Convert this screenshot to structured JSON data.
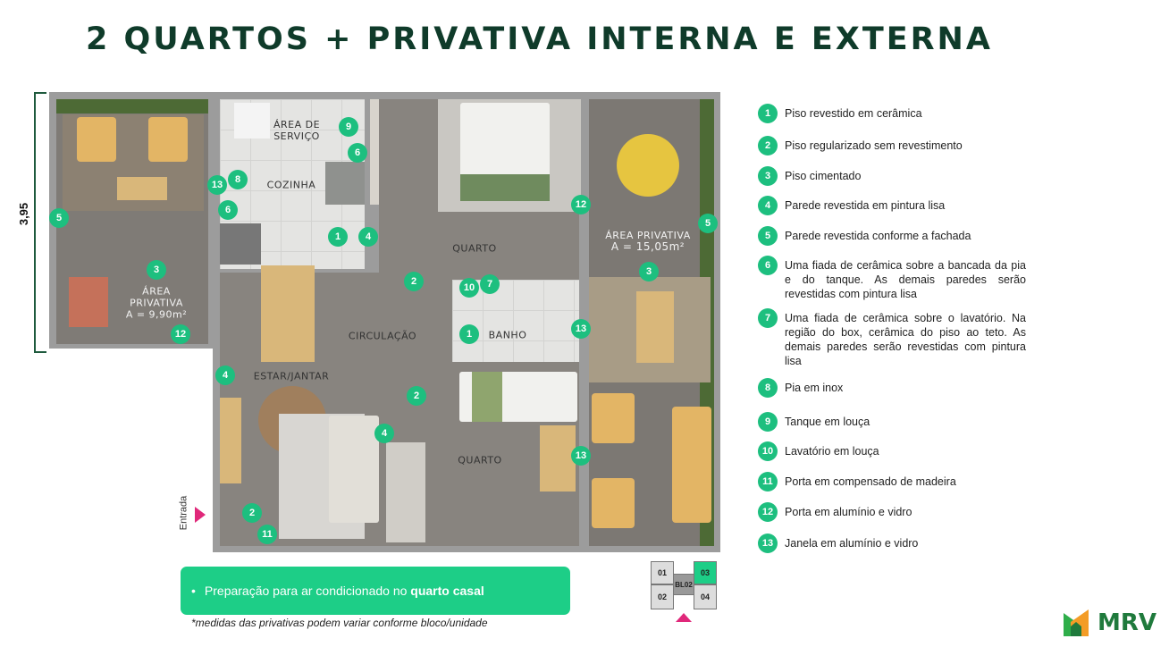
{
  "title": "2 QUARTOS + PRIVATIVA INTERNA E EXTERNA",
  "plan": {
    "dimension": "3,95",
    "entrance": "Entrada",
    "rooms": {
      "area_servico": "ÁREA DE SERVIÇO",
      "cozinha": "COZINHA",
      "quarto1": "QUARTO",
      "quarto2": "QUARTO",
      "circulacao": "CIRCULAÇÃO",
      "banho": "BANHO",
      "estar": "ESTAR/JANTAR",
      "privativa_left": "ÁREA PRIVATIVA",
      "privativa_left_area": "A = 9,90m²",
      "privativa_right": "ÁREA PRIVATIVA",
      "privativa_right_area": "A = 15,05m²"
    },
    "markers": [
      "5",
      "3",
      "12",
      "13",
      "8",
      "6",
      "9",
      "6",
      "1",
      "4",
      "12",
      "5",
      "3",
      "2",
      "10",
      "7",
      "1",
      "13",
      "4",
      "2",
      "4",
      "13",
      "2",
      "11"
    ]
  },
  "legend": [
    {
      "n": "1",
      "t": "Piso revestido em cerâmica"
    },
    {
      "n": "2",
      "t": "Piso regularizado sem revestimento"
    },
    {
      "n": "3",
      "t": "Piso cimentado"
    },
    {
      "n": "4",
      "t": "Parede revestida em pintura lisa"
    },
    {
      "n": "5",
      "t": "Parede revestida conforme a fachada"
    },
    {
      "n": "6",
      "t": "Uma fiada de cerâmica sobre a bancada da pia e do tanque. As demais paredes serão revestidas com pintura lisa"
    },
    {
      "n": "7",
      "t": "Uma fiada de cerâmica sobre o lavatório. Na região do box, cerâmica do piso ao teto. As demais paredes serão revestidas com pintura lisa"
    },
    {
      "n": "8",
      "t": "Pia em inox"
    },
    {
      "n": "9",
      "t": "Tanque em louça"
    },
    {
      "n": "10",
      "t": "Lavatório em louça"
    },
    {
      "n": "11",
      "t": "Porta em compensado de madeira"
    },
    {
      "n": "12",
      "t": "Porta em alumínio e vidro"
    },
    {
      "n": "13",
      "t": "Janela em alumínio e vidro"
    }
  ],
  "note": {
    "bullet": "•",
    "text": "Preparação para ar condicionado no ",
    "bold": "quarto casal"
  },
  "footnote": "*medidas das privativas podem variar conforme bloco/unidade",
  "block_map": {
    "units": [
      "01",
      "02",
      "03",
      "04"
    ],
    "block": "BL02",
    "highlight": "03",
    "highlight_color": "#1dce87",
    "arrow_color": "#e0287a"
  },
  "logo": "MRV",
  "colors": {
    "accent": "#1dbf7f",
    "title": "#0f3b2a"
  }
}
